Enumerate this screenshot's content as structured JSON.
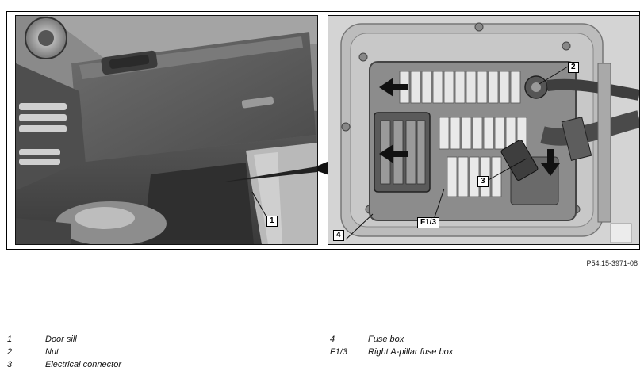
{
  "figure": {
    "reference": "P54.15-3971-08",
    "callouts": {
      "door_sill": "1",
      "nut": "2",
      "electrical_connector": "3",
      "fuse_box": "4",
      "right_a_pillar_fuse_box": "F1/3"
    }
  },
  "legend": {
    "left": [
      {
        "key": "1",
        "label": "Door sill"
      },
      {
        "key": "2",
        "label": "Nut"
      },
      {
        "key": "3",
        "label": "Electrical connector"
      }
    ],
    "right": [
      {
        "key": "4",
        "label": "Fuse box"
      },
      {
        "key": "F1/3",
        "label": "Right A-pillar fuse box"
      }
    ]
  }
}
